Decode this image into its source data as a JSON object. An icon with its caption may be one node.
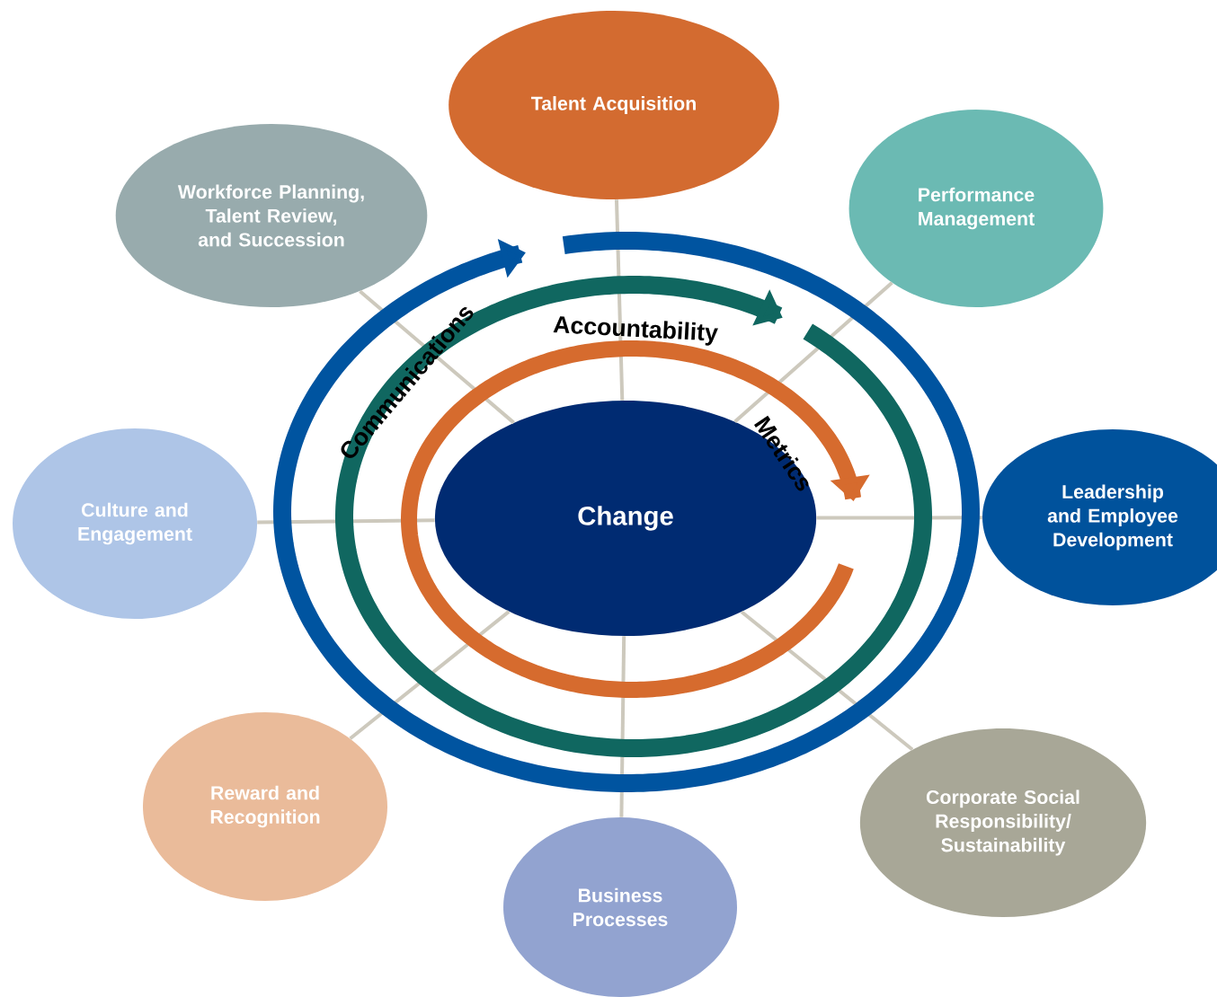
{
  "diagram": {
    "nodes": [
      {
        "text": [
          "Change"
        ]
      },
      {
        "text": [
          "Talent Acquisition"
        ]
      },
      {
        "text": [
          "Performance Management"
        ]
      },
      {
        "text": [
          "Leadership and Employee Development"
        ]
      },
      {
        "text": [
          "Corporate Social Responsibility/ Sustainability"
        ]
      },
      {
        "text": [
          "Business Processes"
        ]
      },
      {
        "text": [
          "Reward and Recognition"
        ]
      },
      {
        "text": [
          "Culture and Engagement"
        ]
      },
      {
        "text": [
          "Workforce Planning, Talent Review, and Succession"
        ]
      }
    ],
    "edges": [
      {
        "from": 0,
        "to": 1,
        "arrow": "none"
      },
      {
        "from": 0,
        "to": 2,
        "arrow": "none"
      },
      {
        "from": 0,
        "to": 3,
        "arrow": "none"
      },
      {
        "from": 0,
        "to": 4,
        "arrow": "none"
      },
      {
        "from": 0,
        "to": 5,
        "arrow": "none"
      },
      {
        "from": 0,
        "to": 6,
        "arrow": "none"
      },
      {
        "from": 0,
        "to": 7,
        "arrow": "none"
      },
      {
        "from": 0,
        "to": 8,
        "arrow": "none"
      }
    ],
    "labels": [
      "Communications",
      "Accountability",
      "Metrics"
    ]
  }
}
